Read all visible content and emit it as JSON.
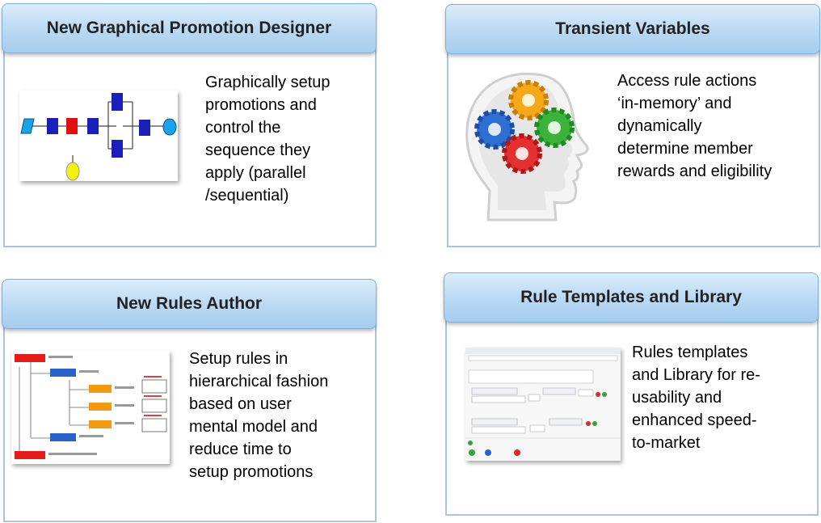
{
  "panels": [
    {
      "title": "New Graphical Promotion Designer",
      "description": "Graphically setup\npromotions and\ncontrol the\nsequence they\napply (parallel\n/sequential)",
      "image": "flow-diagram-icon"
    },
    {
      "title": "Transient Variables",
      "description": "Access rule actions\n‘in-memory’ and\ndynamically\ndetermine member\nrewards and eligibility",
      "image": "head-gears-icon"
    },
    {
      "title": "New Rules Author",
      "description": "Setup rules in\nhierarchical fashion\nbased on user\nmental model and\nreduce time to\nsetup promotions",
      "image": "rule-hierarchy-icon"
    },
    {
      "title": "Rule Templates and Library",
      "description": "Rules templates\nand Library for re-\nusability and\nenhanced speed-\nto-market",
      "image": "rule-editor-screenshot-icon"
    }
  ],
  "colors": {
    "header_light": "#dcecfb",
    "header_dark": "#a6cdef",
    "card_border": "#a9c5e2"
  }
}
